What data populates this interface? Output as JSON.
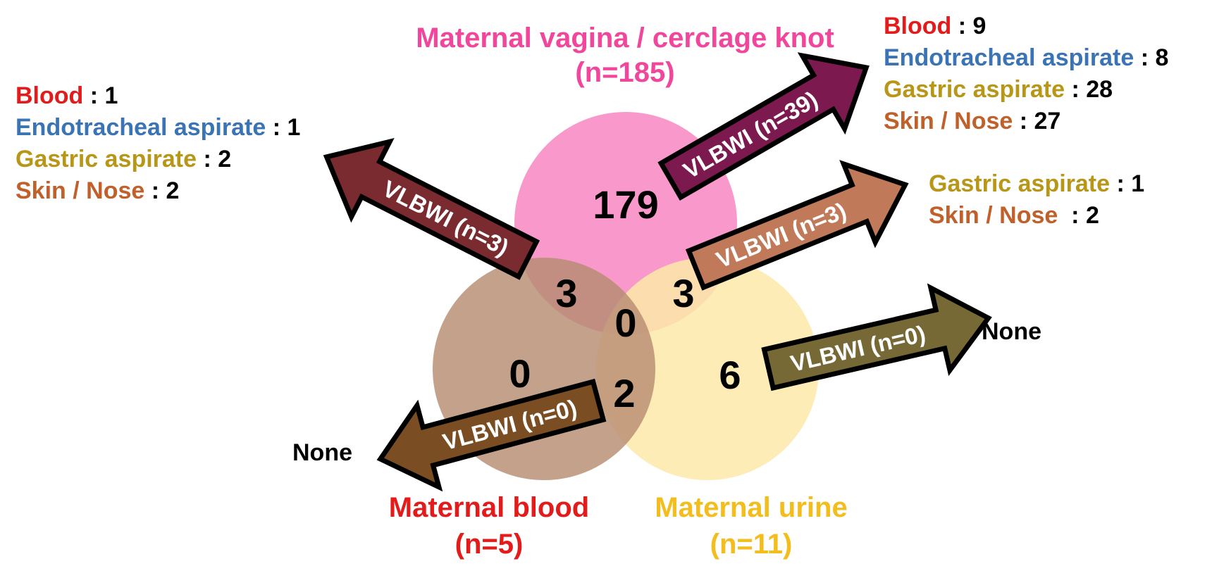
{
  "sets": {
    "vagina": {
      "title": "Maternal vagina / cerclage knot",
      "n": "(n=185)",
      "color": "#f0479c",
      "fill": "#f98fc6"
    },
    "blood": {
      "title": "Maternal blood",
      "n": "(n=5)",
      "color": "#e31b1b",
      "fill": "#b78c72"
    },
    "urine": {
      "title": "Maternal urine",
      "n": "(n=11)",
      "color": "#f3bd1d",
      "fill": "#fde9a8"
    }
  },
  "regions": {
    "vagina_only": "179",
    "vagina_blood": "3",
    "vagina_urine": "3",
    "all_three": "0",
    "blood_only": "0",
    "blood_urine": "2",
    "urine_only": "6"
  },
  "arrows": {
    "top_left": {
      "label": "VLBWI (n=3)",
      "color": "#7a2b2f"
    },
    "top_right": {
      "label": "VLBWI (n=39)",
      "color": "#7c1a4f"
    },
    "mid_right": {
      "label": "VLBWI (n=3)",
      "color": "#c07a5a"
    },
    "bottom_left": {
      "label": "VLBWI (n=0)",
      "color": "#7a4e22"
    },
    "bottom_right": {
      "label": "VLBWI (n=0)",
      "color": "#776935"
    }
  },
  "lists": {
    "top_left": [
      {
        "name": "Blood",
        "sep": " : ",
        "value": "1",
        "color": "#e31b1b"
      },
      {
        "name": "Endotracheal aspirate",
        "sep": " : ",
        "value": "1",
        "color": "#3a74b5"
      },
      {
        "name": "Gastric aspirate",
        "sep": " : ",
        "value": "2",
        "color": "#b89617"
      },
      {
        "name": "Skin / Nose",
        "sep": " : ",
        "value": "2",
        "color": "#c0612b"
      }
    ],
    "top_right": [
      {
        "name": "Blood",
        "sep": " : ",
        "value": "9",
        "color": "#e31b1b"
      },
      {
        "name": "Endotracheal aspirate",
        "sep": " : ",
        "value": "8",
        "color": "#3a74b5"
      },
      {
        "name": "Gastric aspirate",
        "sep": " : ",
        "value": "28",
        "color": "#b89617"
      },
      {
        "name": "Skin / Nose",
        "sep": " : ",
        "value": "27",
        "color": "#c0612b"
      }
    ],
    "mid_right": [
      {
        "name": "Gastric aspirate",
        "sep": " : ",
        "value": "1",
        "color": "#b89617"
      },
      {
        "name": "Skin / Nose",
        "sep": "  : ",
        "value": "2",
        "color": "#c0612b"
      }
    ]
  },
  "none_labels": {
    "bottom_left": "None",
    "bottom_right": "None"
  }
}
